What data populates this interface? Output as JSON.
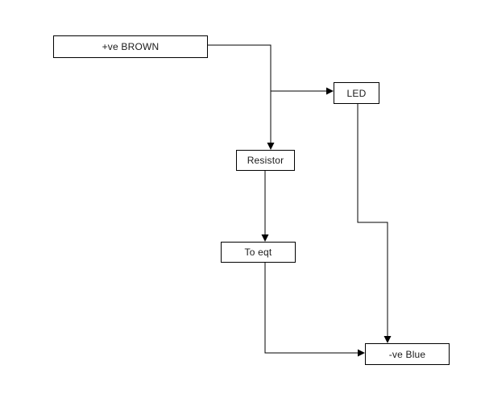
{
  "diagram": {
    "background_color": "#ffffff",
    "line_color": "#000000",
    "box_border_color": "#000000",
    "box_fill_color": "#ffffff",
    "text_color": "#1a1a1a",
    "nodes": {
      "brown": {
        "label": "+ve BROWN"
      },
      "led": {
        "label": "LED"
      },
      "resistor": {
        "label": "Resistor"
      },
      "toeqt": {
        "label": "To eqt"
      },
      "blue": {
        "label": "-ve Blue"
      }
    },
    "connections": [
      {
        "from": "+ve BROWN",
        "to": "Resistor",
        "style": "arrow"
      },
      {
        "from": "+ve BROWN",
        "to": "LED",
        "style": "arrow"
      },
      {
        "from": "Resistor",
        "to": "To eqt",
        "style": "arrow"
      },
      {
        "from": "To eqt",
        "to": "-ve Blue",
        "style": "arrow"
      },
      {
        "from": "LED",
        "to": "-ve Blue",
        "style": "arrow"
      }
    ]
  }
}
